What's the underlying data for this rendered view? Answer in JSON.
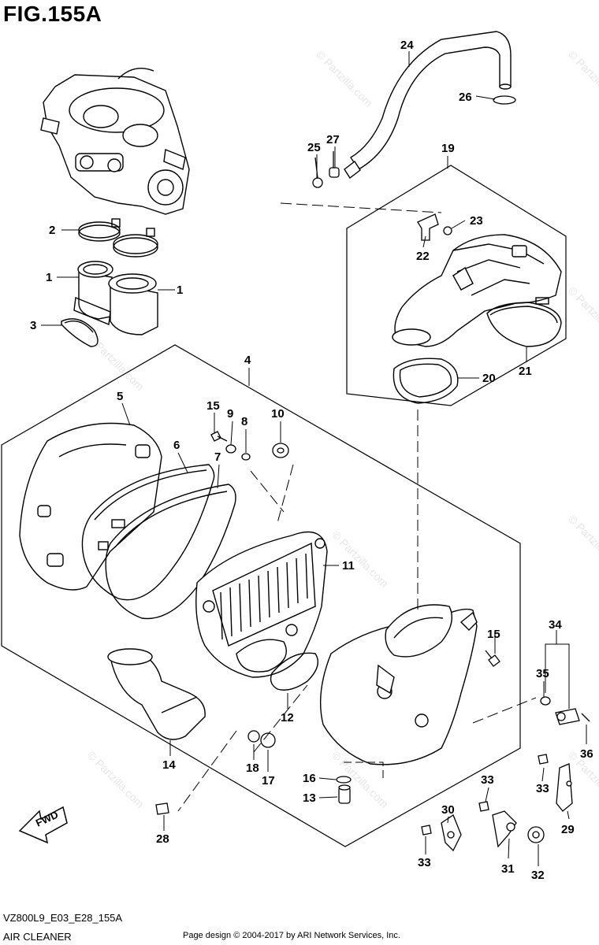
{
  "figure": {
    "title": "FIG.155A",
    "code": "VZ800L9_E03_E28_155A",
    "name": "AIR CLEANER",
    "copyright": "Page design © 2004-2017 by ARI Network Services, Inc.",
    "watermark": "© Partzilla.com",
    "fwd_label": "FWD"
  },
  "callouts": [
    "1",
    "1",
    "2",
    "3",
    "4",
    "5",
    "6",
    "7",
    "8",
    "9",
    "10",
    "11",
    "12",
    "13",
    "14",
    "15",
    "15",
    "16",
    "17",
    "18",
    "19",
    "20",
    "21",
    "22",
    "23",
    "24",
    "25",
    "26",
    "27",
    "28",
    "29",
    "30",
    "31",
    "32",
    "33",
    "33",
    "33",
    "34",
    "35",
    "36"
  ]
}
